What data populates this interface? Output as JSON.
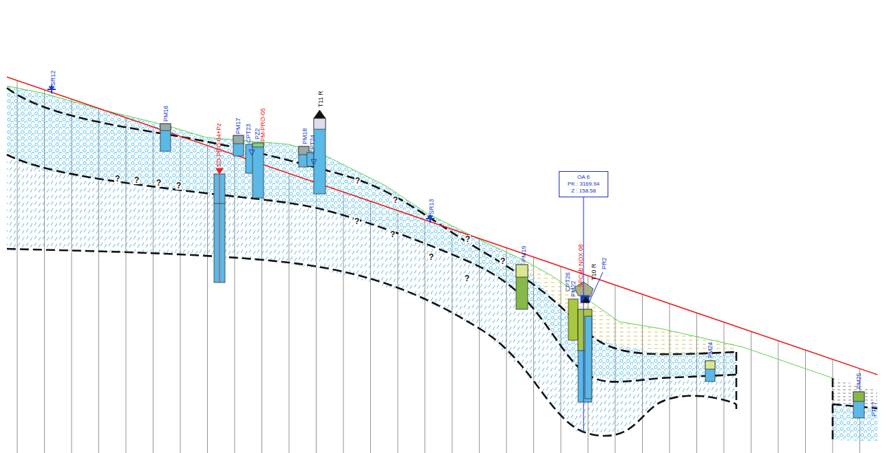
{
  "diagram": {
    "nodes": [
      {
        "text": [
          "OA 6",
          "PK : 3169.94",
          "Z : 158.58"
        ]
      }
    ],
    "labels": [
      "SR12",
      "PM16",
      "SD-PRO-04+Pz",
      "PM17",
      "CPT23",
      "PZ2",
      "PM-PRO-05",
      "PM18",
      "CPT24",
      "T11 R",
      "SR13",
      "PM19",
      "CPT26",
      "PM22",
      "SPCab NOX 08",
      "T10 R",
      "PR2",
      "PM24",
      "PM25",
      "PT27",
      "?",
      "?",
      "?",
      "?",
      "?",
      "?",
      "?",
      "?",
      "?",
      "?",
      "?",
      "?"
    ]
  }
}
